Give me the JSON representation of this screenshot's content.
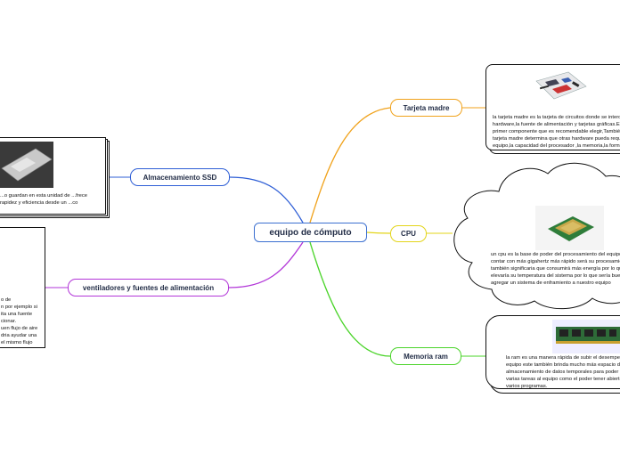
{
  "central": {
    "label": "equipo de cómputo"
  },
  "topics": {
    "tarjeta_madre": {
      "label": "Tarjeta madre",
      "color": "#f0a21b",
      "text": "la tarjeta madre  es la tarjeta de circuitos  donde se interconecta hardware,la fuente de alimentación y tarjetas gráficas.Es el primer componente que es recomendable elegir,También la tarjeta madre determina que otras hardware pueda requerir el equipo,la capacidad del procesador ,la memoria,la forma de almacenamiento y su interfaz"
    },
    "cpu": {
      "label": "CPU",
      "color": "#e3d51a",
      "text": "un cpu es la base de poder del procesamiento del equipo, al contar con más gigahertz más rápido será su procesamiento también significaria que consumirá más energía por lo que elevaría su temperatura del sistema por lo que sería bueno agregar un sistema de enframiento a nuestro equipo"
    },
    "memoria_ram": {
      "label": "Memoria ram",
      "color": "#4bd42a",
      "text": "la ram es una manera rápida de subir el desempeño del equipo este también brinda mucho más espacio de almacenamiento de datos temporales para poder realizar varias tareas al equipo como el poder tener abiertos varios programas."
    },
    "almacenamiento": {
      "label": "Almacenamiento SSD",
      "color": "#2f5fd6",
      "text": "...o guardan en esta unidad de ...frece rapidez y eficiencia desde un ...co"
    },
    "ventiladores": {
      "label": "ventiladores y fuentes de alimentación",
      "color": "#b236d8",
      "lines": [
        "o de",
        "n por ejemplo si",
        "ita una fuente",
        "cionar.",
        "uen flujo de aire",
        "dria ayudar una",
        "el mismo flujo"
      ]
    }
  },
  "icons": [
    "motherboard-image",
    "cpu-chip-image",
    "ram-module-image",
    "ssd-drive-image"
  ]
}
